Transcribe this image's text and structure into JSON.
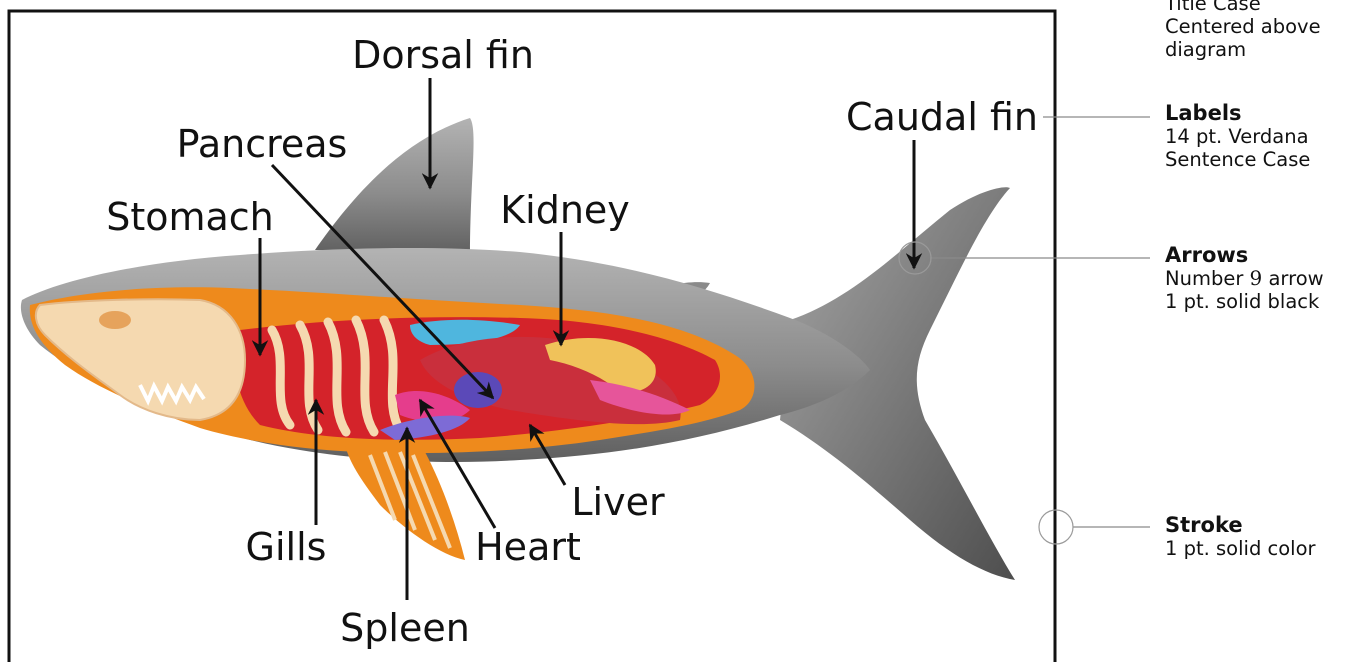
{
  "labels": {
    "dorsal_fin": "Dorsal fin",
    "caudal_fin": "Caudal fin",
    "pancreas": "Pancreas",
    "stomach": "Stomach",
    "kidney": "Kidney",
    "gills": "Gills",
    "heart": "Heart",
    "liver": "Liver",
    "spleen": "Spleen"
  },
  "spec_notes": {
    "title": {
      "line1": "Title Case",
      "line2": "Centered above",
      "line3": "diagram"
    },
    "labels": {
      "heading": "Labels",
      "line1": "14 pt. Verdana",
      "line2": "Sentence Case"
    },
    "arrows": {
      "heading": "Arrows",
      "line1_prefix": "Number ",
      "line1_digit": "9",
      "line1_suffix": " arrow",
      "line2": "1 pt. solid black"
    },
    "stroke": {
      "heading": "Stroke",
      "line1": "1 pt. solid color"
    }
  },
  "colors": {
    "frame": "#111111",
    "shark_gray": "#8f8f8f",
    "cavity_orange": "#ee8a1c",
    "flesh_red": "#d4232a",
    "bone": "#f5d9b0",
    "liver": "#c92f3c",
    "kidney": "#f0c25a",
    "spleen": "#7d6bd6",
    "pancreas": "#5b49b8",
    "stomach_blue": "#4fb6de"
  }
}
